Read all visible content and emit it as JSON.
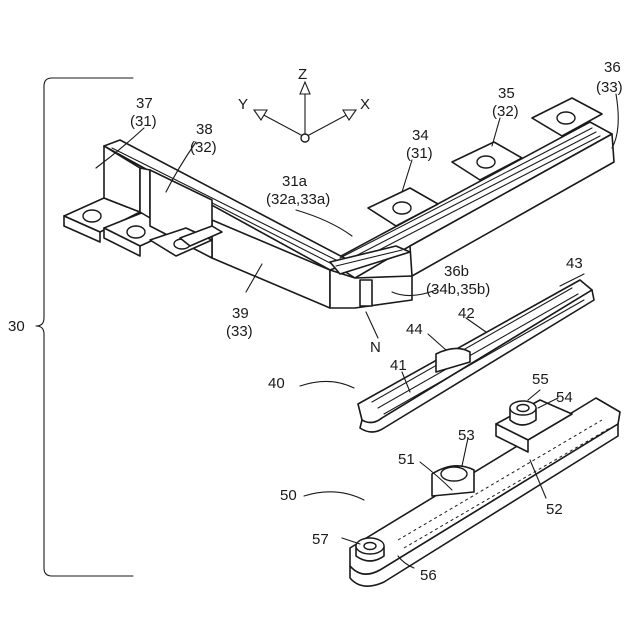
{
  "axes": {
    "x": "X",
    "y": "Y",
    "z": "Z"
  },
  "labels": {
    "l30": "30",
    "l31a": "31a",
    "l31a_sub": "(32a,33a)",
    "l34": "34",
    "l34_sub": "(31)",
    "l35": "35",
    "l35_sub": "(32)",
    "l36": "36",
    "l36_sub": "(33)",
    "l36b": "36b",
    "l36b_sub": "(34b,35b)",
    "l37": "37",
    "l37_sub": "(31)",
    "l38": "38",
    "l38_sub": "(32)",
    "l39": "39",
    "l39_sub": "(33)",
    "l40": "40",
    "l41": "41",
    "l42": "42",
    "l43": "43",
    "l44": "44",
    "l50": "50",
    "l51": "51",
    "l52": "52",
    "l53": "53",
    "l54": "54",
    "l55": "55",
    "l56": "56",
    "l57": "57",
    "lN": "N"
  }
}
